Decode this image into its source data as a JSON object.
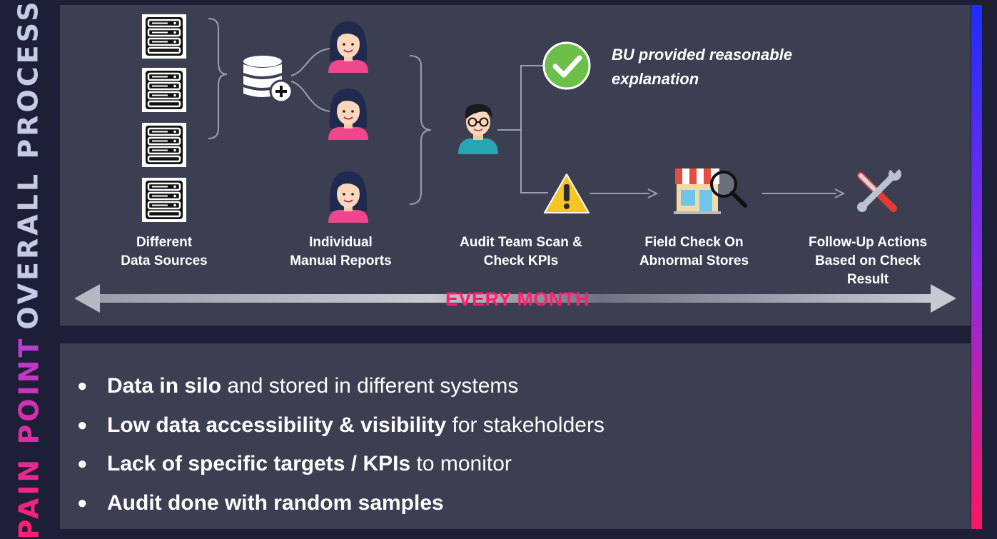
{
  "side_labels": {
    "process": "OVERALL PROCESS",
    "pain": "PAIN POINT"
  },
  "stages": {
    "sources": [
      "Different",
      "Data Sources"
    ],
    "manual": [
      "Individual",
      "Manual Reports"
    ],
    "audit": [
      "Audit Team Scan &",
      "Check KPIs"
    ],
    "field": [
      "Field Check On",
      "Abnormal Stores"
    ],
    "follow": [
      "Follow-Up Actions",
      "Based on Check",
      "Result"
    ]
  },
  "bu_explanation": "BU provided reasonable explanation",
  "timeline_label": "EVERY MONTH",
  "pain_points": [
    {
      "bold": "Data in silo",
      "rest": " and stored in different systems"
    },
    {
      "bold": "Low data accessibility & visibility",
      "rest": " for stakeholders"
    },
    {
      "bold": "Lack of specific targets / KPIs",
      "rest": " to monitor"
    },
    {
      "bold": "Audit done with random samples",
      "rest": ""
    }
  ],
  "icons": [
    "server-icon",
    "database-add-icon",
    "woman-avatar-icon",
    "man-avatar-icon",
    "check-circle-icon",
    "warning-icon",
    "store-search-icon",
    "tools-icon"
  ],
  "colors": {
    "panel": "#3b3f51",
    "background": "#1d1f36",
    "accent_pink": "#ff1f6e",
    "check_green": "#6cc04a",
    "warning_yellow": "#f5c524"
  }
}
